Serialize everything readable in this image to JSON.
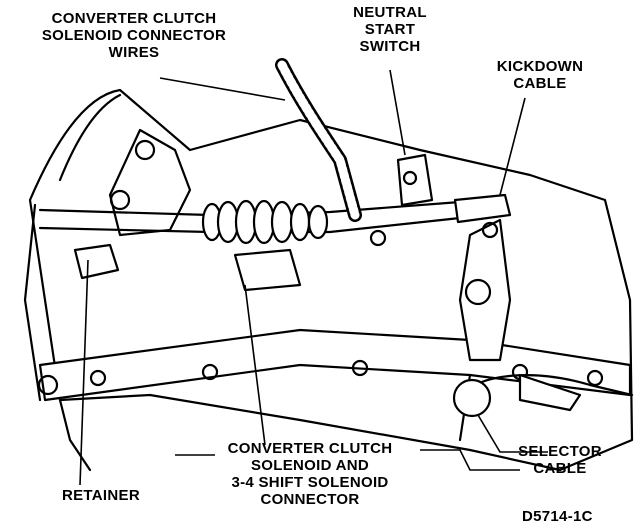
{
  "labels": {
    "converter_clutch_wires": [
      "CONVERTER CLUTCH",
      "SOLENOID CONNECTOR",
      "WIRES"
    ],
    "neutral_start_switch": [
      "NEUTRAL",
      "START",
      "SWITCH"
    ],
    "kickdown_cable": [
      "KICKDOWN",
      "CABLE"
    ],
    "converter_shift_connector": [
      "CONVERTER CLUTCH",
      "SOLENOID AND",
      "3-4 SHIFT SOLENOID",
      "CONNECTOR"
    ],
    "selector_cable": [
      "SELECTOR",
      "CABLE"
    ],
    "retainer": "RETAINER",
    "figure_code": "D5714-1C"
  },
  "colors": {
    "ink": "#000000",
    "paper": "#ffffff"
  }
}
